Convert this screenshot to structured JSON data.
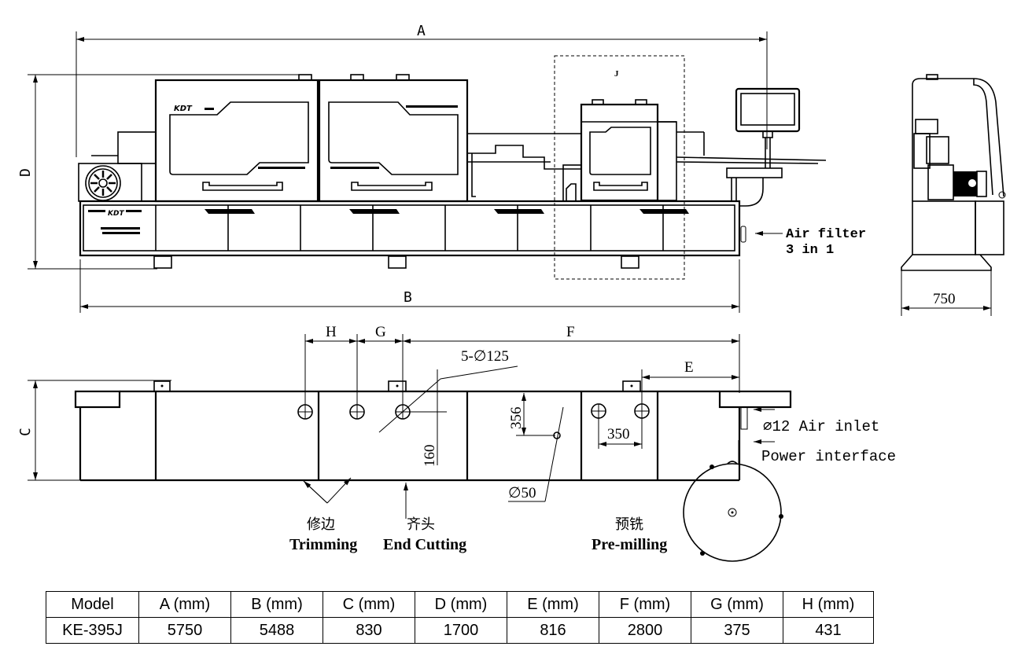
{
  "drawing": {
    "front_view": {
      "dimensions": {
        "overall_length": "A",
        "base_length": "B",
        "height": "D"
      },
      "section_label": "J",
      "notes": {
        "air_filter_line1": "Air filter",
        "air_filter_line2": "3 in 1"
      }
    },
    "side_view": {
      "width_dimension": "750"
    },
    "top_view": {
      "dimensions": {
        "height": "C",
        "e": "E",
        "f": "F",
        "g": "G",
        "h": "H"
      },
      "callouts": {
        "dust_ports": "5-∅125",
        "port_offset": "160",
        "small_port_offset": "356",
        "port_spacing": "350",
        "small_port_dia": "∅50",
        "air_inlet": "∅12 Air inlet",
        "power_interface": "Power interface"
      },
      "stations": [
        {
          "cn": "修边",
          "en": "Trimming"
        },
        {
          "cn": "齐头",
          "en": "End Cutting"
        },
        {
          "cn": "预铣",
          "en": "Pre-milling"
        }
      ]
    }
  },
  "spec_table": {
    "headers": [
      "Model",
      "A (mm)",
      "B (mm)",
      "C (mm)",
      "D (mm)",
      "E (mm)",
      "F (mm)",
      "G (mm)",
      "H (mm)"
    ],
    "rows": [
      [
        "KE-395J",
        "5750",
        "5488",
        "830",
        "1700",
        "816",
        "2800",
        "375",
        "431"
      ]
    ]
  }
}
